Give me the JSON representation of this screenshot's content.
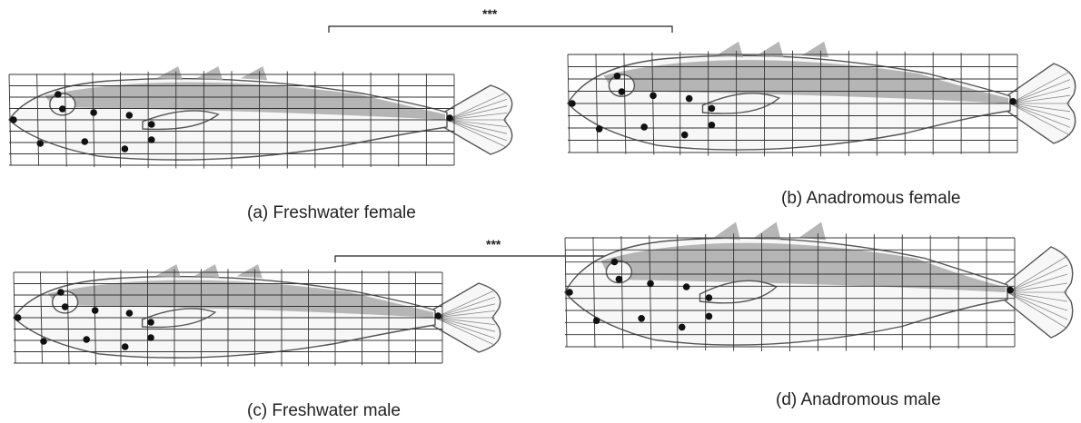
{
  "significance": [
    {
      "label": "***"
    },
    {
      "label": "***"
    }
  ],
  "panels": [
    {
      "id": "a",
      "caption": "(a) Freshwater female"
    },
    {
      "id": "b",
      "caption": "(b)  Anadromous female"
    },
    {
      "id": "c",
      "caption": "(c) Freshwater male"
    },
    {
      "id": "d",
      "caption": "(d)  Anadromous male"
    }
  ]
}
